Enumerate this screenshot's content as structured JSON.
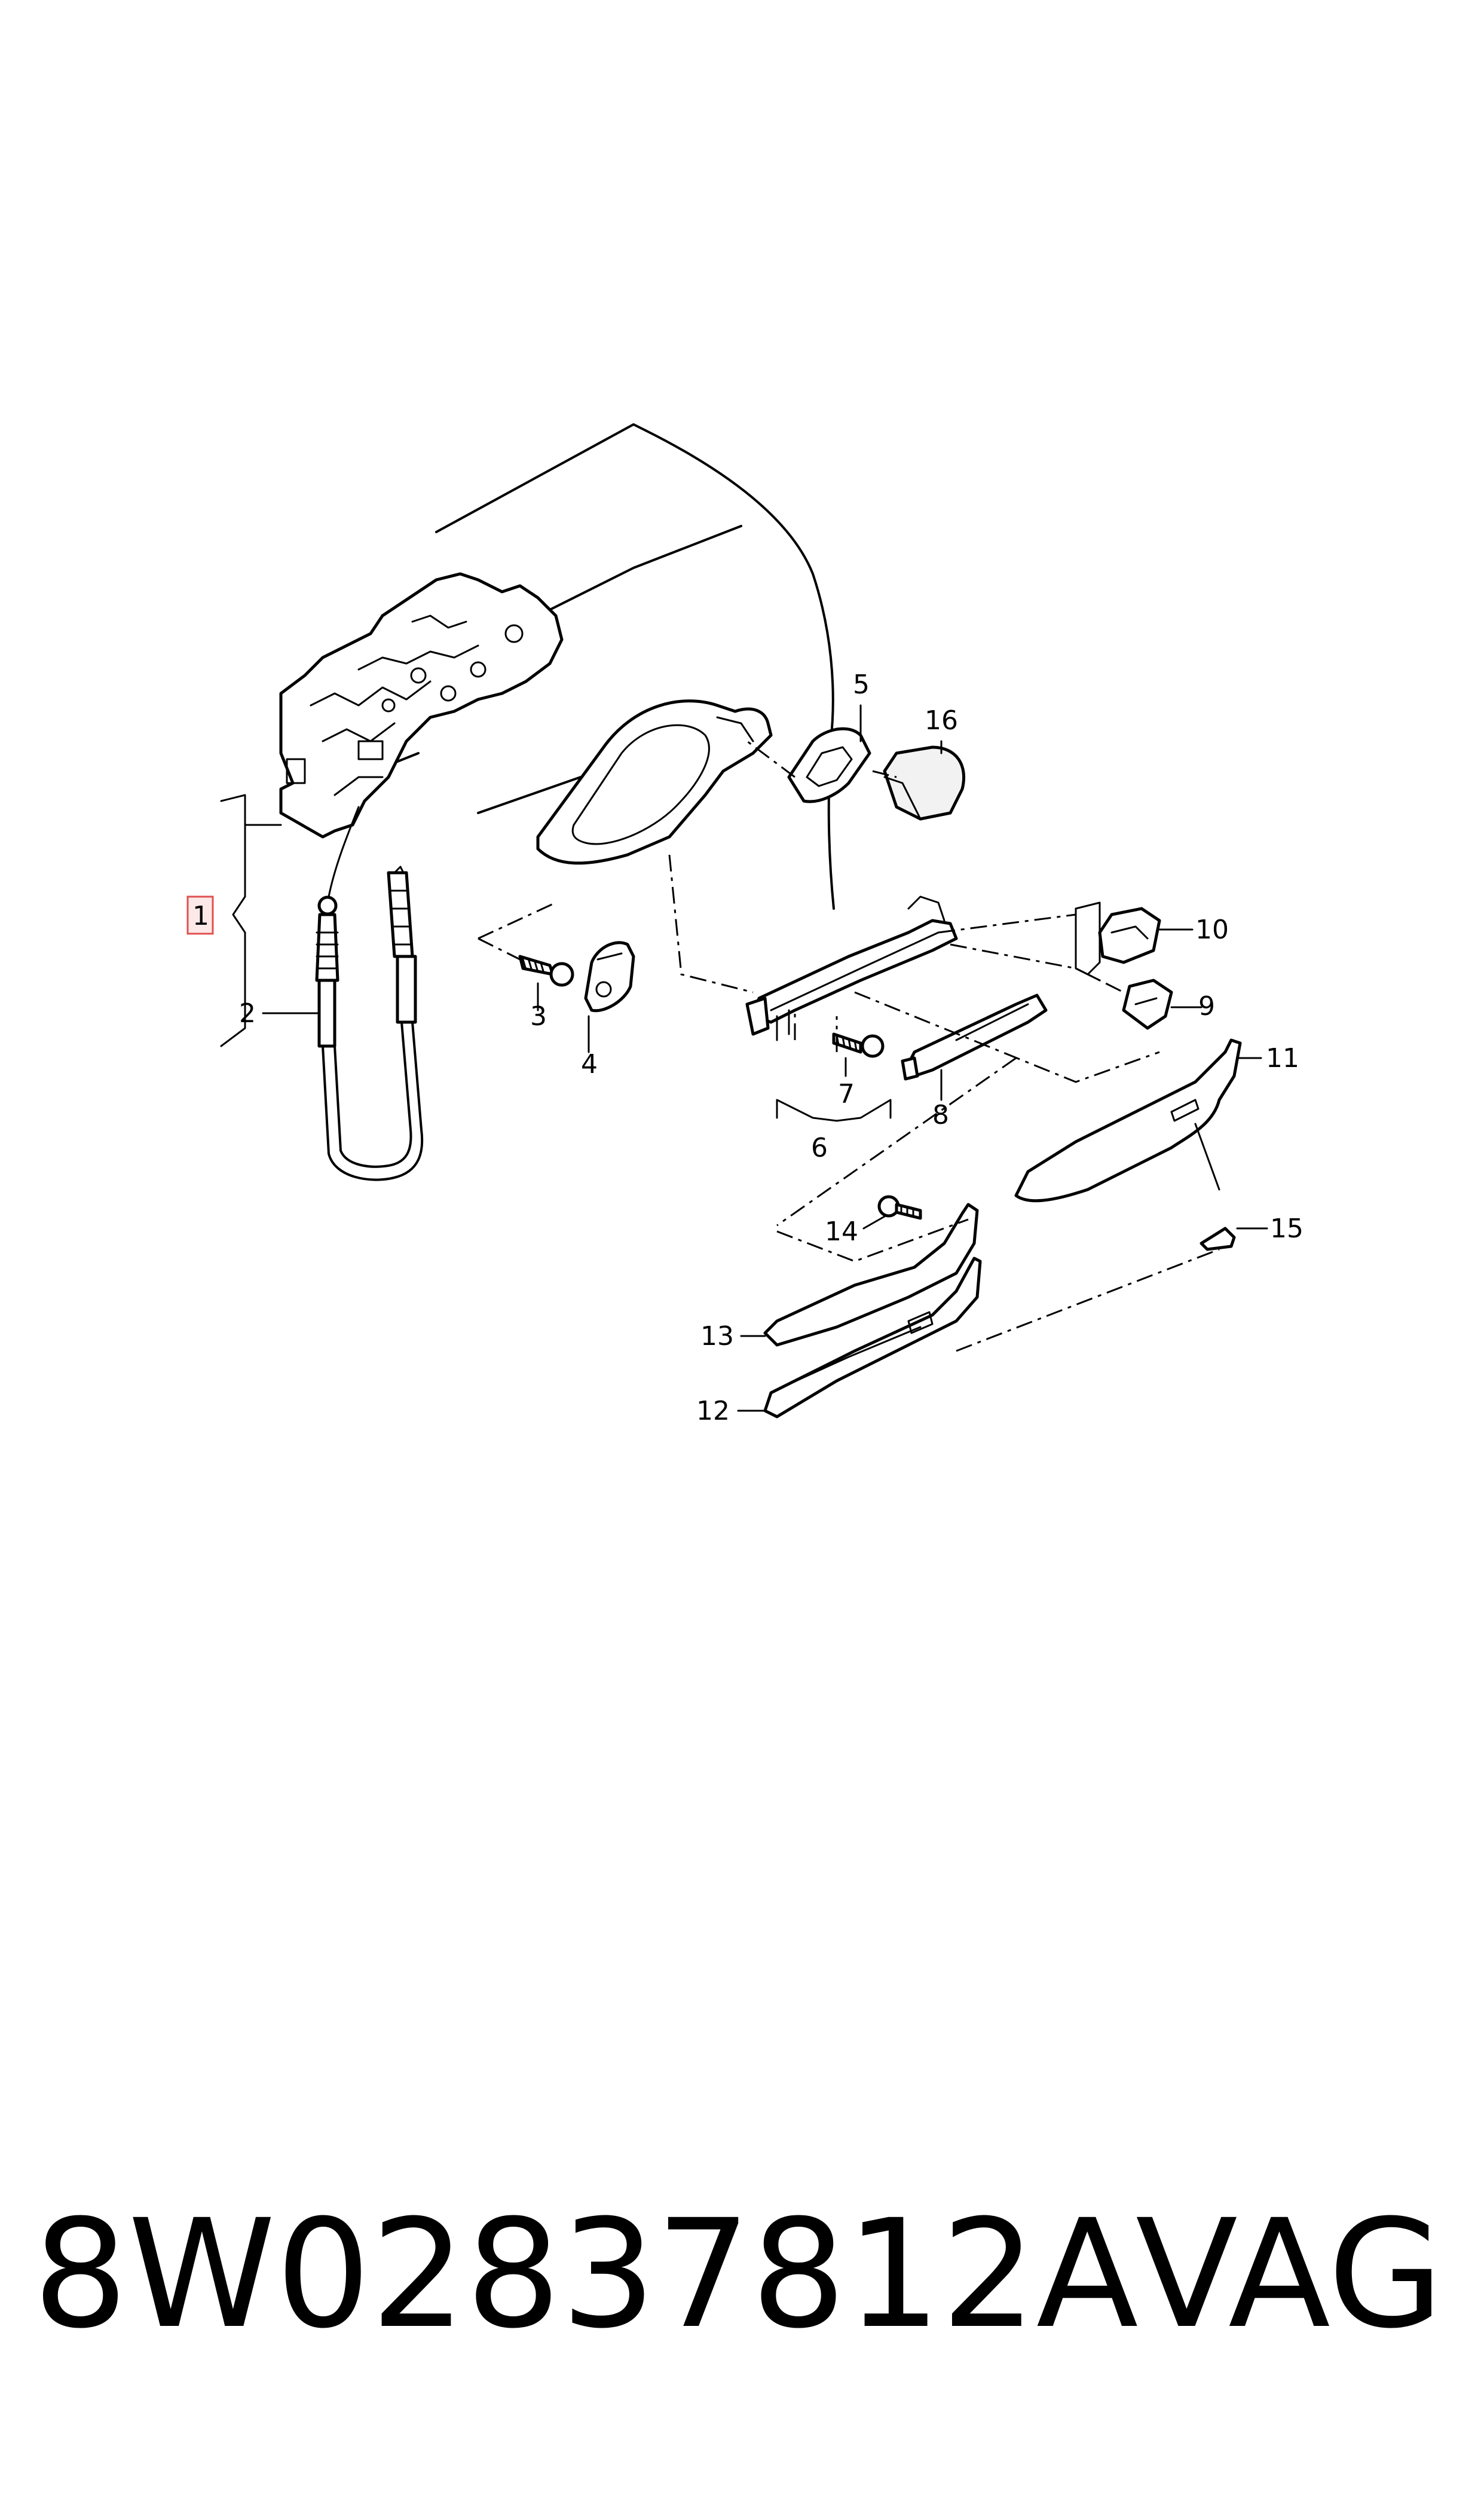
{
  "callouts": {
    "c1": "1",
    "c2": "2",
    "c3": "3",
    "c4": "4",
    "c5": "5",
    "c6": "6",
    "c7": "7",
    "c8": "8",
    "c9": "9",
    "c10": "10",
    "c11": "11",
    "c12": "12",
    "c13": "13",
    "c14": "14",
    "c15": "15",
    "c16": "16"
  },
  "highlight_color": "#e05050",
  "footer": {
    "part_number": "8W02837812A",
    "brand": "VAG"
  }
}
